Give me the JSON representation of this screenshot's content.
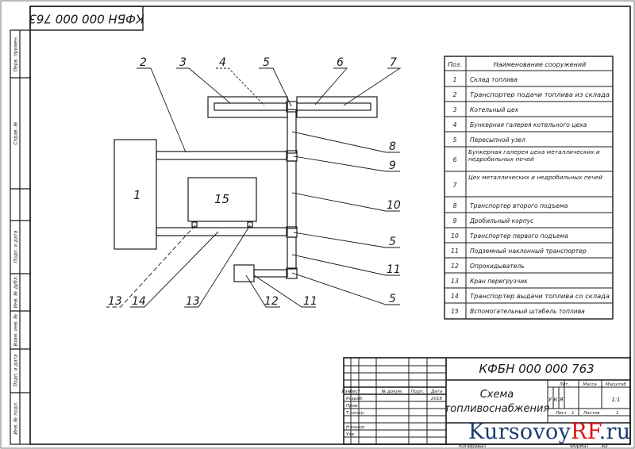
{
  "drawing": {
    "document_code": "КФБН 000 000 763",
    "top_stamp_code": "КФБН 000 000 763",
    "title_line1": "Схема",
    "title_line2": "топливоснабжения",
    "scale": "1:1"
  },
  "left_margin_labels": [
    "Перв. примен.",
    "Справ. №",
    "Подп. и дата",
    "Инв. № дубл.",
    "Взам. инв. №",
    "Подп. и дата",
    "Инв. № подл."
  ],
  "title_block": {
    "col_headers": [
      "Изм.",
      "Лист",
      "№ докум.",
      "Подп.",
      "Дата"
    ],
    "date_value": "2018",
    "roles": [
      "Разраб.",
      "Пров.",
      "Т.контр.",
      "",
      "Н.контр.",
      "Утв."
    ],
    "lit_label": "Лит.",
    "mass_label": "Масса",
    "scale_label": "Масштаб",
    "lit_marks": [
      "У",
      "К",
      "Я"
    ],
    "sheet_label": "Лист",
    "sheet_value": "1",
    "sheets_label": "Листов",
    "sheets_value": "1",
    "copied_label": "Копировал",
    "format_label": "Формат",
    "format_value": "А3"
  },
  "legend": {
    "header_pos": "Поз.",
    "header_name": "Наименование сооружений",
    "rows": [
      {
        "pos": "1",
        "name": "Склад топлива"
      },
      {
        "pos": "2",
        "name": "Транспортер подачи топлива из склада"
      },
      {
        "pos": "3",
        "name": "Котельный цех"
      },
      {
        "pos": "4",
        "name": "Бункерная галерея котельного цеха"
      },
      {
        "pos": "5",
        "name": "Пересыпной узел"
      },
      {
        "pos": "6",
        "name": "Бункерная галерея цеха металлических и недробильных печей"
      },
      {
        "pos": "7",
        "name": "Цех металлических и недробильных печей"
      },
      {
        "pos": "8",
        "name": "Транспортер второго подъема"
      },
      {
        "pos": "9",
        "name": "Дробильный корпус"
      },
      {
        "pos": "10",
        "name": "Транспортер первого подъема"
      },
      {
        "pos": "11",
        "name": "Подземный наклонный транспортер"
      },
      {
        "pos": "12",
        "name": "Опрокидыватель"
      },
      {
        "pos": "13",
        "name": "Кран перегрузчик"
      },
      {
        "pos": "14",
        "name": "Транспортер выдачи топлива со склада"
      },
      {
        "pos": "15",
        "name": "Вспомогательный штабель топлива"
      }
    ]
  },
  "diagram": {
    "big_labels": {
      "warehouse": "1",
      "pile": "15"
    },
    "callouts": [
      "2",
      "3",
      "4",
      "5",
      "6",
      "7",
      "8",
      "9",
      "10",
      "5",
      "11",
      "13",
      "14",
      "13",
      "12",
      "11",
      "5"
    ]
  },
  "watermark": {
    "part1": "Kursovoy",
    "part2": "RF",
    "part3": ".ru"
  },
  "colors": {
    "line": "#1a1a1a",
    "watermark_blue": "#1d3c6e",
    "watermark_red": "#e01010"
  }
}
